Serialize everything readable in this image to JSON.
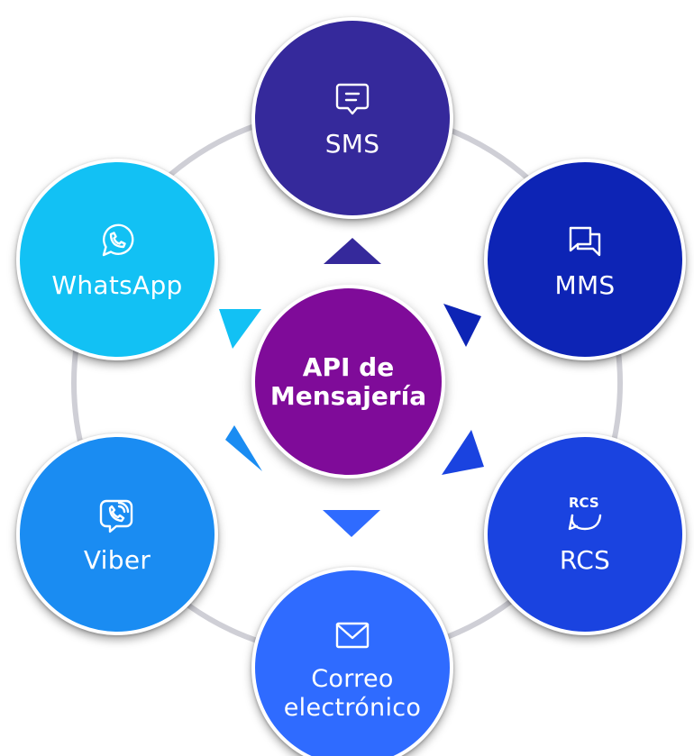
{
  "center": {
    "title": "API de\nMensajería",
    "color": "#7f0b99"
  },
  "channels": [
    {
      "id": "sms",
      "label": "SMS",
      "icon": "message-square-icon",
      "color": "#35299b"
    },
    {
      "id": "mms",
      "label": "MMS",
      "icon": "chat-bubbles-icon",
      "color": "#0d24b5"
    },
    {
      "id": "rcs",
      "label": "RCS",
      "icon": "rcs-bubble-icon",
      "badge": "RCS",
      "color": "#1a43e0"
    },
    {
      "id": "email",
      "label": "Correo\nelectrónico",
      "icon": "envelope-icon",
      "color": "#2f6bff"
    },
    {
      "id": "viber",
      "label": "Viber",
      "icon": "viber-icon",
      "color": "#1a8cf2"
    },
    {
      "id": "whatsapp",
      "label": "WhatsApp",
      "icon": "whatsapp-icon",
      "color": "#12c1f4"
    }
  ],
  "ring_color": "#cfcfd6"
}
